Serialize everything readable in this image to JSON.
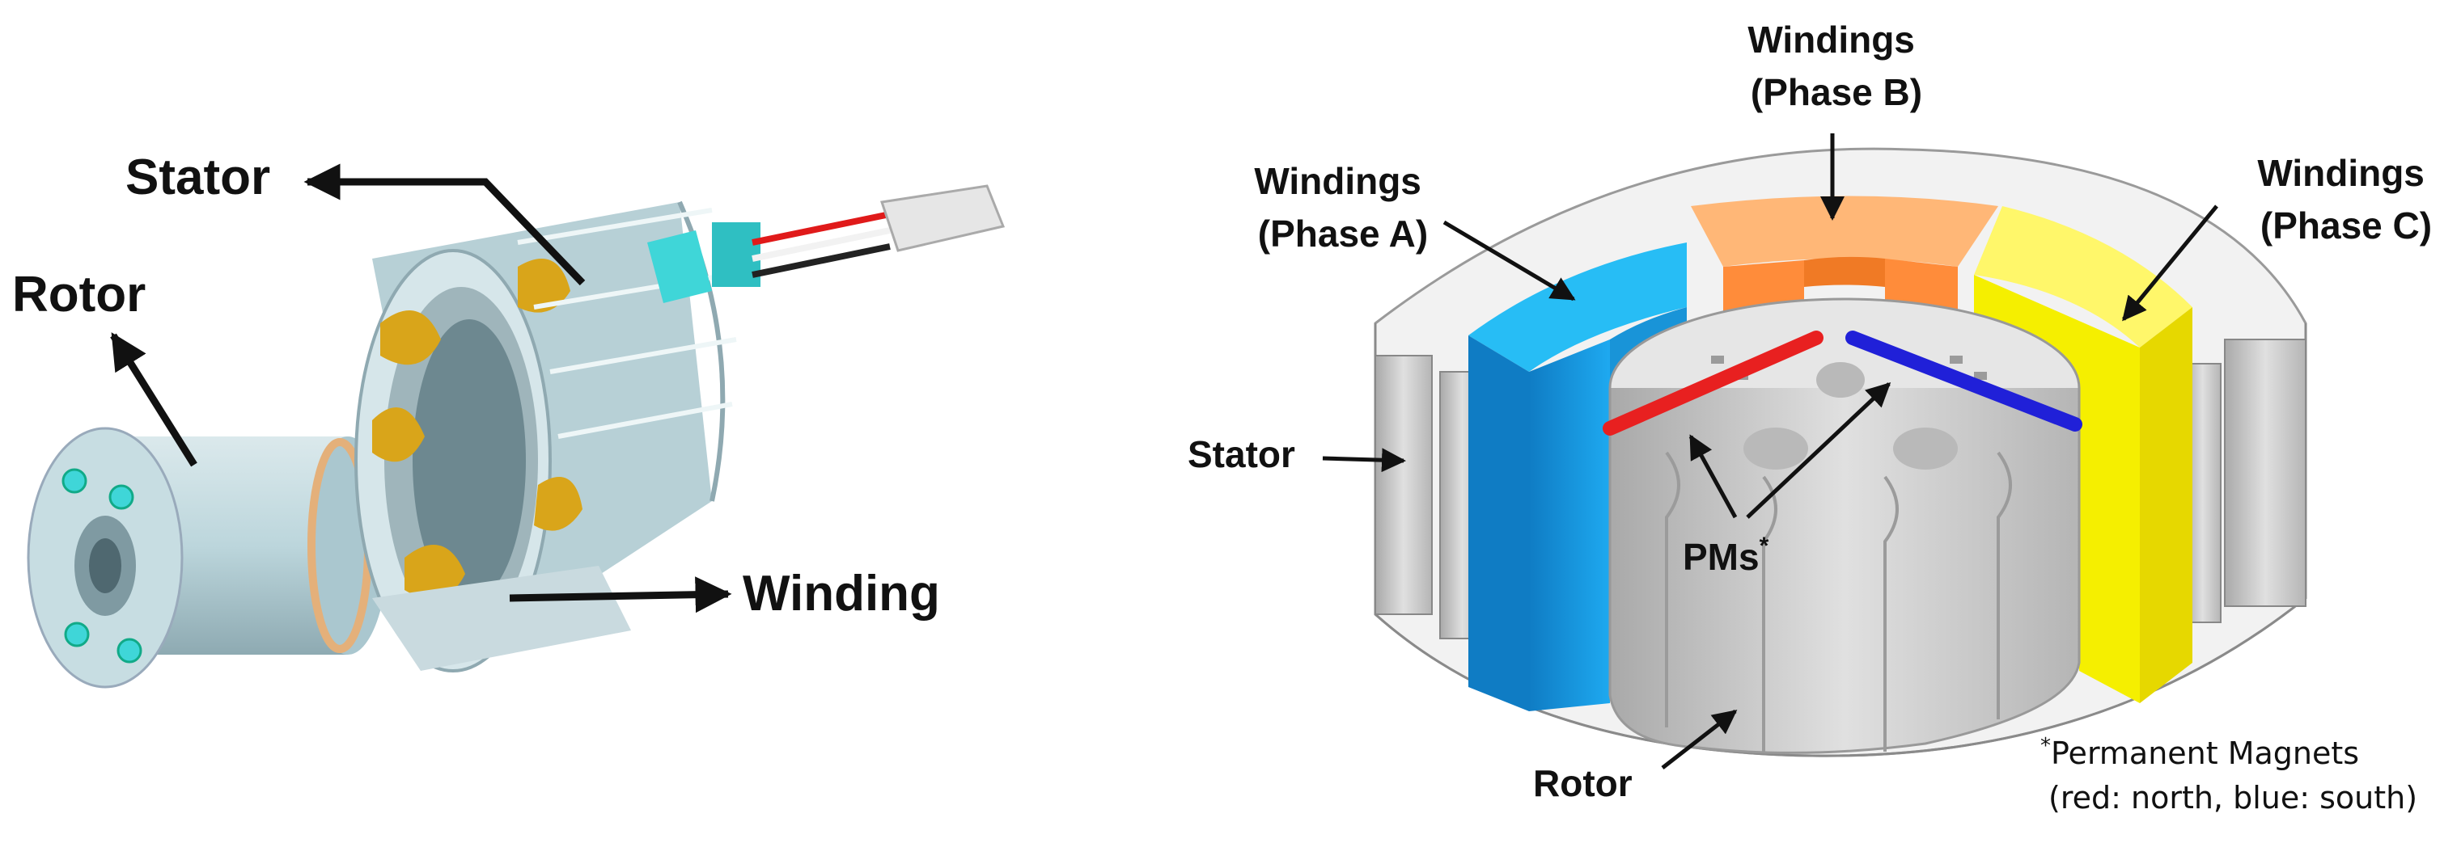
{
  "left": {
    "labels": {
      "stator": "Stator",
      "rotor": "Rotor",
      "winding": "Winding"
    }
  },
  "right": {
    "labels": {
      "windings_a_line1": "Windings",
      "windings_a_line2": "(Phase A)",
      "windings_b_line1": "Windings",
      "windings_b_line2": "(Phase B)",
      "windings_c_line1": "Windings",
      "windings_c_line2": "(Phase C)",
      "stator": "Stator",
      "pms": "PMs",
      "pms_sup": "*",
      "rotor": "Rotor"
    },
    "footnote": {
      "star": "*",
      "line1": "Permanent Magnets",
      "line2": "(red: north, blue: south)"
    }
  },
  "colors": {
    "phase_a": "#1a9ee8",
    "phase_b": "#ff8c3a",
    "phase_c": "#f5ef00",
    "magnet_north": "#e82020",
    "magnet_south": "#2020d8",
    "steel": "#c8c8c8",
    "winding_copper": "#d9a51a",
    "motor_body": "#bcd6dc",
    "connector": "#3fd6d8"
  }
}
